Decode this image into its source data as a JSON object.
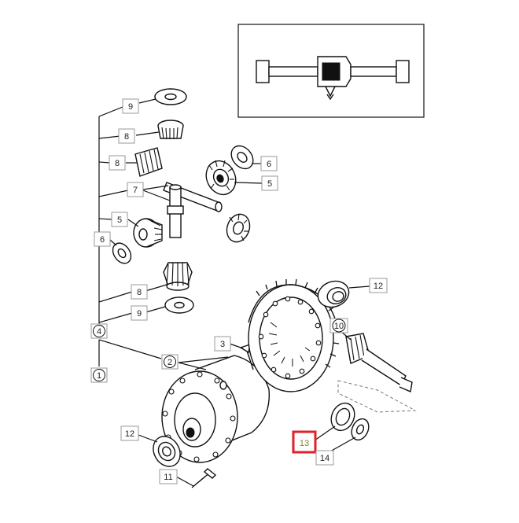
{
  "diagram": {
    "callouts": [
      {
        "id": "c9a",
        "label": "9"
      },
      {
        "id": "c8a",
        "label": "8"
      },
      {
        "id": "c8b",
        "label": "8"
      },
      {
        "id": "c7",
        "label": "7"
      },
      {
        "id": "c5a",
        "label": "5"
      },
      {
        "id": "c6a",
        "label": "6"
      },
      {
        "id": "c8c",
        "label": "8"
      },
      {
        "id": "c9b",
        "label": "9"
      },
      {
        "id": "c4",
        "label": "4"
      },
      {
        "id": "c1",
        "label": "1"
      },
      {
        "id": "c2",
        "label": "2"
      },
      {
        "id": "c3",
        "label": "3"
      },
      {
        "id": "c6b",
        "label": "6"
      },
      {
        "id": "c5b",
        "label": "5"
      },
      {
        "id": "c12a",
        "label": "12"
      },
      {
        "id": "c10",
        "label": "10"
      },
      {
        "id": "c12b",
        "label": "12"
      },
      {
        "id": "c11",
        "label": "11"
      },
      {
        "id": "c13",
        "label": "13"
      },
      {
        "id": "c14",
        "label": "14"
      }
    ],
    "highlight": {
      "label": "13",
      "color": "#e0202a"
    },
    "colors": {
      "ink": "#111111",
      "background": "#ffffff",
      "highlight_text": "#8a7a2a"
    }
  }
}
